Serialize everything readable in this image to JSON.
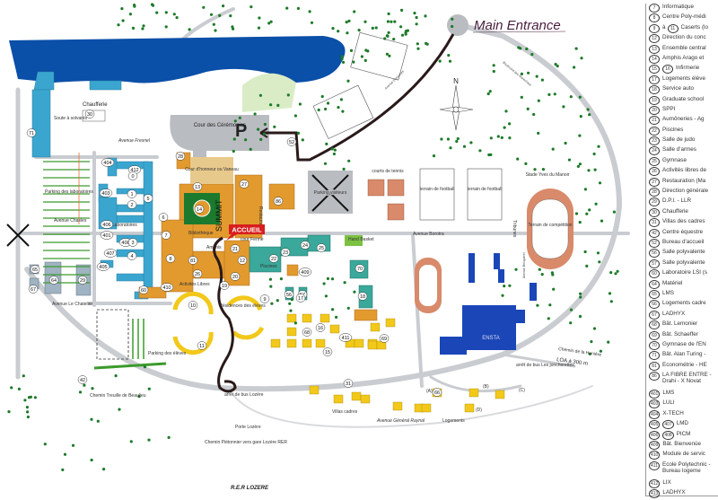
{
  "map": {
    "main_entrance": "Main Entrance",
    "cour_ceremonies": "Cour des Cérémonies",
    "parking_marker": "P",
    "accueil": "ACCUEIL",
    "summit": "SUMMIT",
    "cour_honneur": "Cour d'honneur ou Vaneau",
    "chaufferie": "Chaufferie",
    "soute": "Soute à solvants",
    "avenue_fresnel": "Avenue Fresnel",
    "parking_labs": "Parking des laboratoires",
    "avenue_chasles": "Avenue Chasles",
    "laboratoires": "Laboratoires",
    "bibliotheque": "Bibliothèque",
    "amphis": "Amphis",
    "cour_ferme": "cour Ferme",
    "restauration": "Restauration",
    "piscines": "Piscines",
    "activites_libres": "Activités Libres",
    "residences": "Résidences des élèves",
    "avenue_le_chatelier": "Avenue Le Chatelier",
    "parking_eleves": "Parking des élèves",
    "chemin_beaulieu": "Chemin Treuille de Beaulieu",
    "arret_lozere": "arrêt de bus Lozère",
    "porte_lozere": "Porte Lozère",
    "chemin_pieton": "Chemin Piétonnier vers gare Lozère RER",
    "rer_lozere": "R.E.R LOZERE",
    "villas_cadres": "Villas cadres",
    "avenue_raynal": "Avenue Général Raynal",
    "logements": "Logements",
    "arret_joncherettes": "arrêt de bus Les joncherettes",
    "chemin_huniere": "Chemin de la Hunière",
    "loa": "LOA à 300 m",
    "ensta": "ENSTA",
    "courts_tennis": "courts de tennis",
    "parking_visiteurs": "Parking visiteurs",
    "terrain_football": "terrain de football",
    "stade": "Stade Yves du Manoir",
    "terrain_competition": "Terrain de compétition",
    "tribunes": "Tribunes",
    "avenue_borotra": "Avenue Borotra",
    "hand_basket": "Hand Basket",
    "avenue_descartes": "Avenue Descartes",
    "boulevard_marechaux": "Boulevard des Maréchaux",
    "avenue_becquerel": "Avenue Becquerel",
    "compass_n": "N",
    "logement_letters": [
      "(A)",
      "(B)",
      "(C)",
      "(D)"
    ],
    "building_numbers": [
      "30",
      "71",
      "404",
      "412",
      "0",
      "1",
      "5",
      "403",
      "2",
      "406",
      "401",
      "408",
      "407",
      "3",
      "4",
      "409",
      "405",
      "65",
      "64",
      "29",
      "67",
      "60",
      "410",
      "28",
      "13",
      "14",
      "6",
      "7",
      "8",
      "81",
      "26",
      "27",
      "86",
      "21",
      "12",
      "20",
      "19",
      "24",
      "23",
      "22",
      "25",
      "56",
      "57",
      "10",
      "9",
      "11",
      "17",
      "18",
      "70",
      "68",
      "16",
      "15",
      "411",
      "69",
      "31",
      "66",
      "52",
      "42"
    ]
  },
  "legend": {
    "items": [
      {
        "num": "7",
        "label": "Informatique"
      },
      {
        "num": "8",
        "label": "Centre Poly-médi"
      },
      {
        "num": "9 à 11",
        "label": "Caserts (lo"
      },
      {
        "num": "12",
        "label": "Direction du conc"
      },
      {
        "num": "13",
        "label": "Ensemble central"
      },
      {
        "num": "14",
        "label": "Amphis Arago et"
      },
      {
        "num": "15 16",
        "label": "Infirmerie"
      },
      {
        "num": "17",
        "label": "Logements élève"
      },
      {
        "num": "18",
        "label": "Service auto"
      },
      {
        "num": "19",
        "label": "Graduate school"
      },
      {
        "num": "20",
        "label": "SPPI"
      },
      {
        "num": "21",
        "label": "Aumôneries - Ag"
      },
      {
        "num": "22",
        "label": "Piscines"
      },
      {
        "num": "23",
        "label": "Salle de judo"
      },
      {
        "num": "24",
        "label": "Salle d'armes"
      },
      {
        "num": "25",
        "label": "Gymnase"
      },
      {
        "num": "26",
        "label": "Activités libres de"
      },
      {
        "num": "27",
        "label": "Restauration (Ma"
      },
      {
        "num": "28",
        "label": "Direction générale"
      },
      {
        "num": "29",
        "label": "D.P.I. - LLR"
      },
      {
        "num": "30",
        "label": "Chaufferie"
      },
      {
        "num": "31",
        "label": "Villas des cadres"
      },
      {
        "num": "42",
        "label": "Centre équestre"
      },
      {
        "num": "52",
        "label": "Bureau d'accueil"
      },
      {
        "num": "56",
        "label": "Salle polyvalente"
      },
      {
        "num": "57",
        "label": "Salle polyvalente"
      },
      {
        "num": "60",
        "label": "Laboratoire LSI (s"
      },
      {
        "num": "64",
        "label": "Matériel"
      },
      {
        "num": "65",
        "label": "LMS"
      },
      {
        "num": "66",
        "label": "Logements cadre"
      },
      {
        "num": "67",
        "label": "LADHYX"
      },
      {
        "num": "68",
        "label": "Bât. Lemonier"
      },
      {
        "num": "69",
        "label": "Bât. Schaeffer"
      },
      {
        "num": "70",
        "label": "Gymnase de l'EN"
      },
      {
        "num": "71",
        "label": "Bât. Alan Turing -"
      },
      {
        "num": "81",
        "label": "Économétrie - HE"
      },
      {
        "num": "86",
        "label": "LA FIBRE ENTRE - Drahi - X Novat",
        "two": true
      },
      {
        "num": "401",
        "label": "LMS"
      },
      {
        "num": "403",
        "label": "LULI"
      },
      {
        "num": "404",
        "label": "X-TECH"
      },
      {
        "num": "405 407",
        "label": "LMD"
      },
      {
        "num": "406 408",
        "label": "PICM"
      },
      {
        "num": "409",
        "label": "Bât. Bienvenüe"
      },
      {
        "num": "410",
        "label": "Module de servic"
      },
      {
        "num": "411",
        "label": "École Polytechnic - Bureau logeme",
        "two": true
      },
      {
        "num": "412",
        "label": "LIX"
      },
      {
        "num": "413",
        "label": "LADHYX"
      }
    ]
  },
  "colors": {
    "lake": "#0a4fa8",
    "lab": "#3aa6cf",
    "central": "#e29a2e",
    "sport": "#3aa89a",
    "housing": "#f2c81a",
    "ensta": "#1a46b8",
    "track": "#d98a6a",
    "road": "#c9ccd0",
    "tree": "#1e7a2a",
    "route": "#2a1a1a",
    "accueil": "#d81e1e",
    "parking": "#3c9a2c"
  }
}
